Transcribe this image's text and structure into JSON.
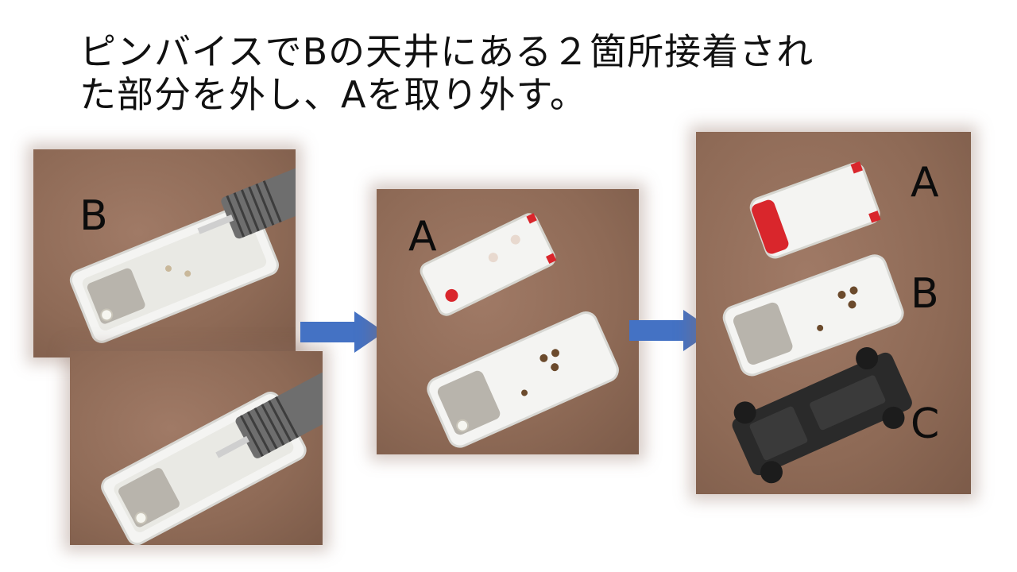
{
  "caption": {
    "line1": "ピンバイスでBの天井にある２箇所接着され",
    "line2": "た部分を外し、Aを取り外す。"
  },
  "step1": {
    "label": "B",
    "top_photo": "drilling-roof-spot-1",
    "bottom_photo": "drilling-roof-spot-2"
  },
  "step2": {
    "label": "A",
    "parts": [
      "A",
      "B"
    ]
  },
  "step3": {
    "labels": [
      "A",
      "B",
      "C"
    ]
  },
  "colors": {
    "background": "#ffffff",
    "board": "#8e6a56",
    "arrow": "#4472c4",
    "car_body": "#f4f4f2",
    "lamp": "#d9262c",
    "chassis": "#2a2a2a"
  },
  "icons": [
    "right-arrow-icon",
    "right-arrow-icon"
  ]
}
